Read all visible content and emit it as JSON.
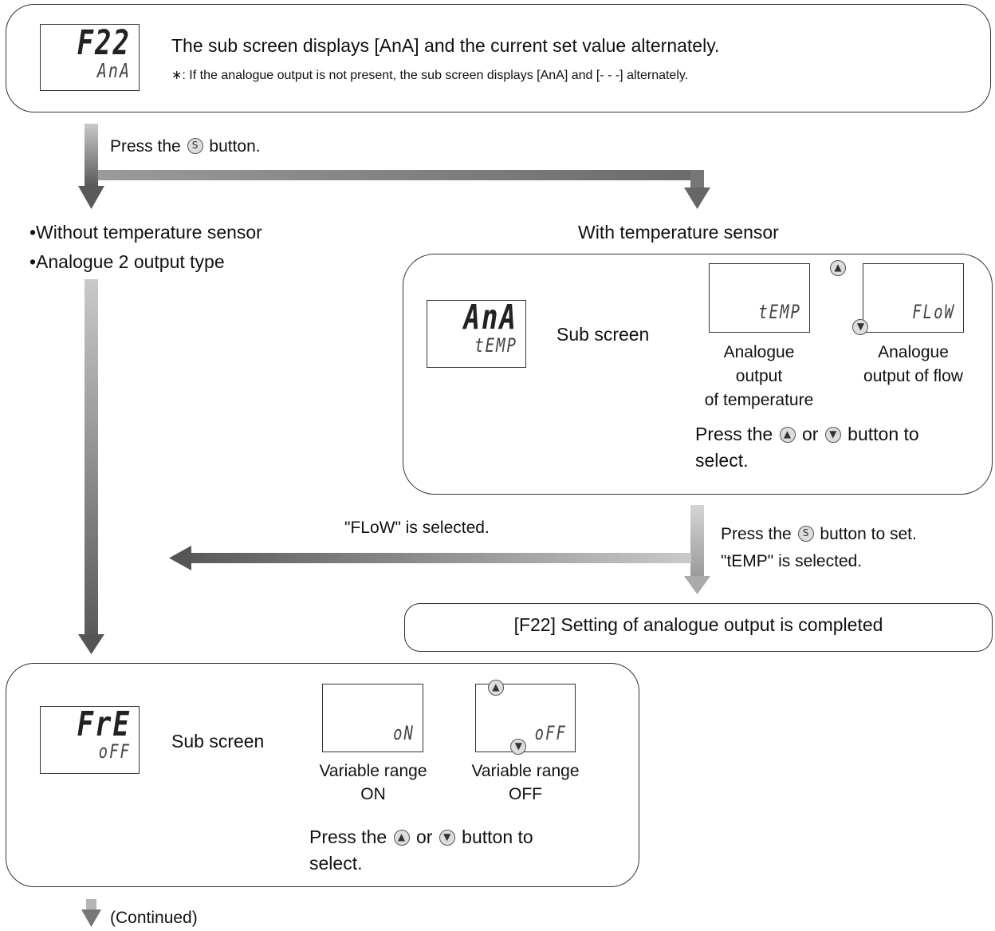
{
  "top": {
    "lcd_main": "F22",
    "lcd_sub": "AnA",
    "title": "The sub screen displays [AnA] and the current set value alternately.",
    "note": "∗: If the analogue output is not present, the sub screen displays [AnA] and [- - -] alternately."
  },
  "press_s": {
    "before": "Press the",
    "after": "button."
  },
  "left_branch": {
    "line1": "•Without temperature sensor",
    "line2": "•Analogue 2 output type"
  },
  "right_branch": {
    "heading": "With temperature sensor",
    "lcd_main": "AnA",
    "lcd_sub": "tEMP",
    "sub_screen_label": "Sub screen",
    "option_a_lcd": "tEMP",
    "option_b_lcd": "FLoW",
    "option_a_label_1": "Analogue",
    "option_a_label_2": "output",
    "option_a_label_3": "of temperature",
    "option_b_label_1": "Analogue",
    "option_b_label_2": "output of flow",
    "instruction_1a": "Press the",
    "instruction_1b": "or",
    "instruction_1c": "button to",
    "instruction_2": "select."
  },
  "flow_selected": "\"FLoW\" is selected.",
  "press_s_set": {
    "before": "Press the",
    "after": "button to set."
  },
  "temp_selected": "\"tEMP\" is selected.",
  "completed": "[F22] Setting of analogue output is completed",
  "bottom": {
    "lcd_main": "FrE",
    "lcd_sub": "oFF",
    "sub_screen_label": "Sub screen",
    "option_a_lcd": "oN",
    "option_b_lcd": "oFF",
    "option_a_label_1": "Variable range",
    "option_a_label_2": "ON",
    "option_b_label_1": "Variable range",
    "option_b_label_2": "OFF",
    "instruction_1a": "Press the",
    "instruction_1b": "or",
    "instruction_1c": "button to",
    "instruction_2": "select."
  },
  "continued": "(Continued)",
  "icons": {
    "set_button": "S",
    "up_button": "▲",
    "down_button": "▼"
  },
  "colors": {
    "arrow_dark": "#555555",
    "arrow_light": "#c8c8c8",
    "border": "#333333"
  }
}
